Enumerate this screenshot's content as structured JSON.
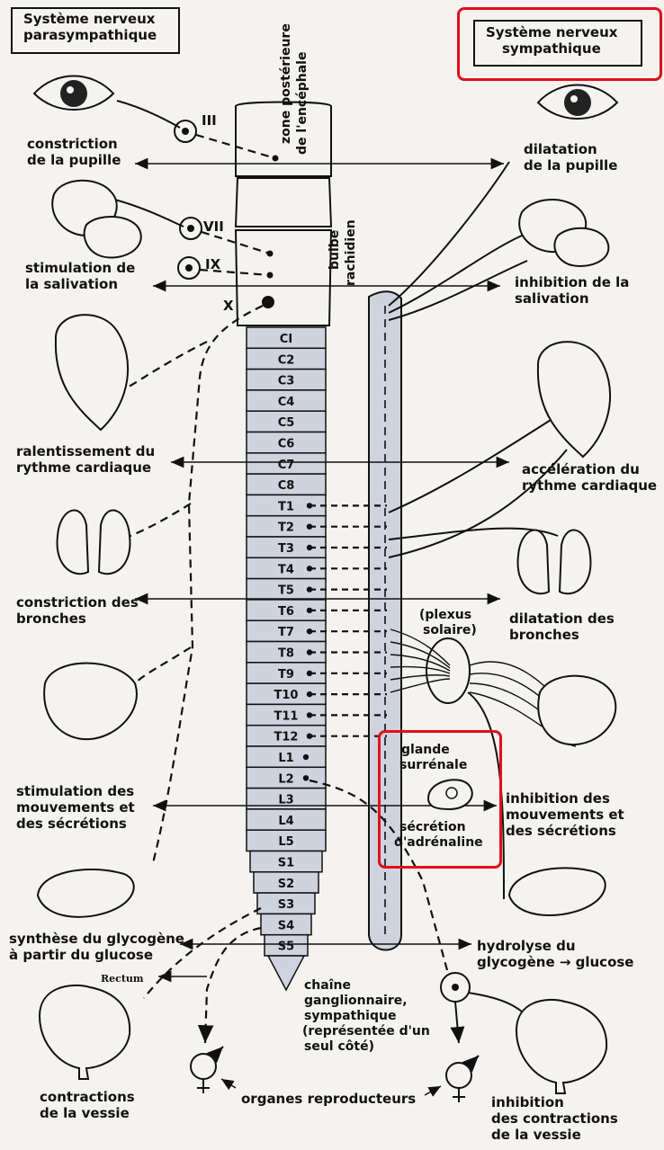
{
  "titles": {
    "parasympathetic": [
      "Système nerveux",
      "parasympathique"
    ],
    "sympathetic": [
      "Système nerveux",
      "sympathique"
    ]
  },
  "nerves": [
    "III",
    "VII",
    "IX",
    "X"
  ],
  "brain_labels": {
    "posterior": [
      "zone postérieure",
      "de l'encéphale"
    ],
    "bulbe": [
      "bulbe",
      "rachidien"
    ]
  },
  "segments": [
    "CI",
    "C2",
    "C3",
    "C4",
    "C5",
    "C6",
    "C7",
    "C8",
    "T1",
    "T2",
    "T3",
    "T4",
    "T5",
    "T6",
    "T7",
    "T8",
    "T9",
    "T10",
    "T11",
    "T12",
    "L1",
    "L2",
    "L3",
    "L4",
    "L5",
    "S1",
    "S2",
    "S3",
    "S4",
    "S5"
  ],
  "left_effects": [
    [
      "constriction",
      "de la pupille"
    ],
    [
      "stimulation de",
      "la salivation"
    ],
    [
      "ralentissement du",
      "rythme cardiaque"
    ],
    [
      "constriction des",
      "bronches"
    ],
    [
      "stimulation des",
      "mouvements et",
      "des sécrétions"
    ],
    [
      "synthèse du glycogène",
      "à partir du glucose"
    ],
    [
      "contractions",
      "de la vessie"
    ]
  ],
  "right_effects": [
    [
      "dilatation",
      "de la pupille"
    ],
    [
      "inhibition de la",
      "salivation"
    ],
    [
      "accélération du",
      "rythme cardiaque"
    ],
    [
      "dilatation des",
      "bronches"
    ],
    [
      "inhibition des",
      "mouvements et",
      "des sécrétions"
    ],
    [
      "hydrolyse du",
      "glycogène → glucose"
    ],
    [
      "inhibition",
      "des contractions",
      "de la vessie"
    ]
  ],
  "plexus": [
    "(plexus",
    "solaire)"
  ],
  "adrenal": {
    "gland": [
      "glande",
      "surrénale"
    ],
    "secretion": [
      "sécrétion",
      "d'adrénaline"
    ]
  },
  "chain": [
    "chaîne",
    "ganglionnaire,",
    "sympathique",
    "(représentée d'un",
    "seul côté)"
  ],
  "rectum": "Rectum",
  "reproductive": "organes reproducteurs",
  "highlight_color": "#e0101a"
}
